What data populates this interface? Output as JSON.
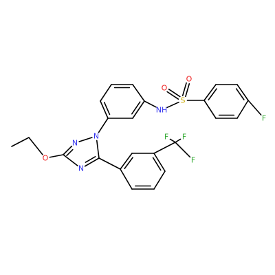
{
  "colors": {
    "bond": "#000000",
    "N": "#3333ee",
    "O": "#ee2222",
    "S": "#ccaa00",
    "F": "#33aa33"
  },
  "atoms": [
    {
      "id": "C_me",
      "element": "C",
      "label": ""
    },
    {
      "id": "C_et",
      "element": "C",
      "label": ""
    },
    {
      "id": "O_eth",
      "element": "O",
      "label": "O"
    },
    {
      "id": "C_t3",
      "element": "C",
      "label": ""
    },
    {
      "id": "N_t2",
      "element": "N",
      "label": "N"
    },
    {
      "id": "N_t1",
      "element": "N",
      "label": "N"
    },
    {
      "id": "C_t5",
      "element": "C",
      "label": ""
    },
    {
      "id": "N_t4",
      "element": "N",
      "label": "N"
    },
    {
      "id": "A1",
      "element": "C",
      "label": ""
    },
    {
      "id": "A2",
      "element": "C",
      "label": ""
    },
    {
      "id": "A3",
      "element": "C",
      "label": ""
    },
    {
      "id": "A4",
      "element": "C",
      "label": ""
    },
    {
      "id": "A5",
      "element": "C",
      "label": ""
    },
    {
      "id": "A6",
      "element": "C",
      "label": ""
    },
    {
      "id": "N_h",
      "element": "N",
      "label": "NH"
    },
    {
      "id": "S1",
      "element": "S",
      "label": "S"
    },
    {
      "id": "O_s1",
      "element": "O",
      "label": "O"
    },
    {
      "id": "O_s2",
      "element": "O",
      "label": "O"
    },
    {
      "id": "F1",
      "element": "C",
      "label": ""
    },
    {
      "id": "F2",
      "element": "C",
      "label": ""
    },
    {
      "id": "F3",
      "element": "C",
      "label": ""
    },
    {
      "id": "F4",
      "element": "C",
      "label": ""
    },
    {
      "id": "F5",
      "element": "C",
      "label": ""
    },
    {
      "id": "F6",
      "element": "C",
      "label": ""
    },
    {
      "id": "F_ar",
      "element": "F",
      "label": "F"
    },
    {
      "id": "B1",
      "element": "C",
      "label": ""
    },
    {
      "id": "B2",
      "element": "C",
      "label": ""
    },
    {
      "id": "B3",
      "element": "C",
      "label": ""
    },
    {
      "id": "B4",
      "element": "C",
      "label": ""
    },
    {
      "id": "B5",
      "element": "C",
      "label": ""
    },
    {
      "id": "B6",
      "element": "C",
      "label": ""
    },
    {
      "id": "C_cf3",
      "element": "C",
      "label": ""
    },
    {
      "id": "F_a",
      "element": "F",
      "label": "F"
    },
    {
      "id": "F_b",
      "element": "F",
      "label": "F"
    },
    {
      "id": "F_c",
      "element": "F",
      "label": "F"
    }
  ],
  "bonds": [
    [
      "C_me",
      "C_et",
      1
    ],
    [
      "C_et",
      "O_eth",
      1
    ],
    [
      "O_eth",
      "C_t3",
      1
    ],
    [
      "C_t3",
      "N_t2",
      2
    ],
    [
      "N_t2",
      "N_t1",
      1
    ],
    [
      "N_t1",
      "C_t5",
      1
    ],
    [
      "C_t5",
      "N_t4",
      2
    ],
    [
      "N_t4",
      "C_t3",
      1
    ],
    [
      "N_t1",
      "A1",
      1
    ],
    [
      "A1",
      "A2",
      2
    ],
    [
      "A2",
      "A3",
      1
    ],
    [
      "A3",
      "A4",
      2
    ],
    [
      "A4",
      "A5",
      1
    ],
    [
      "A5",
      "A6",
      2
    ],
    [
      "A6",
      "A1",
      1
    ],
    [
      "A5",
      "N_h",
      1
    ],
    [
      "N_h",
      "S1",
      1
    ],
    [
      "S1",
      "O_s1",
      2
    ],
    [
      "S1",
      "O_s2",
      2
    ],
    [
      "S1",
      "F1",
      1
    ],
    [
      "F1",
      "F2",
      2
    ],
    [
      "F2",
      "F3",
      1
    ],
    [
      "F3",
      "F4",
      2
    ],
    [
      "F4",
      "F5",
      1
    ],
    [
      "F5",
      "F6",
      2
    ],
    [
      "F6",
      "F1",
      1
    ],
    [
      "F4",
      "F_ar",
      1
    ],
    [
      "C_t5",
      "B1",
      1
    ],
    [
      "B1",
      "B2",
      2
    ],
    [
      "B2",
      "B3",
      1
    ],
    [
      "B3",
      "B4",
      2
    ],
    [
      "B4",
      "B5",
      1
    ],
    [
      "B5",
      "B6",
      2
    ],
    [
      "B6",
      "B1",
      1
    ],
    [
      "B3",
      "C_cf3",
      1
    ],
    [
      "C_cf3",
      "F_a",
      1
    ],
    [
      "C_cf3",
      "F_b",
      1
    ],
    [
      "C_cf3",
      "F_c",
      1
    ]
  ]
}
